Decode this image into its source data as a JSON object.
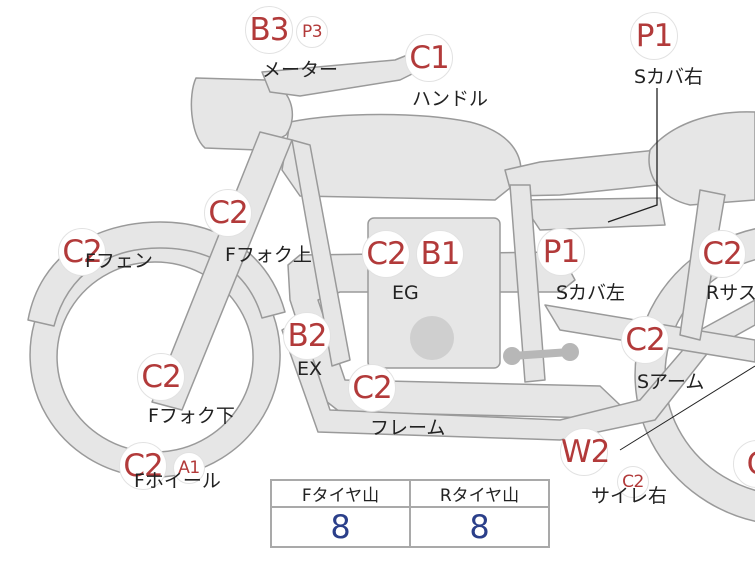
{
  "badges": [
    {
      "id": "b3",
      "text": "B3"
    },
    {
      "id": "p3",
      "text": "P3"
    },
    {
      "id": "c1",
      "text": "C1"
    },
    {
      "id": "p1r",
      "text": "P1"
    },
    {
      "id": "c2fforku",
      "text": "C2"
    },
    {
      "id": "c2ffen",
      "text": "C2"
    },
    {
      "id": "c2eg",
      "text": "C2"
    },
    {
      "id": "b1",
      "text": "B1"
    },
    {
      "id": "p1l",
      "text": "P1"
    },
    {
      "id": "c2rs",
      "text": "C2"
    },
    {
      "id": "b2",
      "text": "B2"
    },
    {
      "id": "c2fforkl",
      "text": "C2"
    },
    {
      "id": "c2frame",
      "text": "C2"
    },
    {
      "id": "c2sarm",
      "text": "C2"
    },
    {
      "id": "c2fwheel",
      "text": "C2"
    },
    {
      "id": "a1",
      "text": "A1"
    },
    {
      "id": "w2",
      "text": "W2"
    },
    {
      "id": "c2side",
      "text": "C2"
    },
    {
      "id": "cedge",
      "text": "C"
    }
  ],
  "labels": {
    "meter": "メーター",
    "handle": "ハンドル",
    "scover_right": "Sカバ右",
    "ffork_upper": "Fフォク上",
    "ffender": "Fフェン",
    "eg": "EG",
    "scover_left": "Sカバ左",
    "rsus": "Rサス",
    "ex": "EX",
    "ffork_lower": "Fフォク下",
    "frame": "フレーム",
    "sarm": "Sアーム",
    "fwheel": "Fホイール",
    "side_right": "サイレ右"
  },
  "tire_table": {
    "headers": [
      "Fタイヤ山",
      "Rタイヤ山"
    ],
    "values": [
      "8",
      "8"
    ]
  },
  "colors": {
    "badge_text": "#b23a3a",
    "bike_fill": "#e6e6e6",
    "bike_stroke": "#9a9a9a",
    "value_text": "#2b3f8a"
  }
}
